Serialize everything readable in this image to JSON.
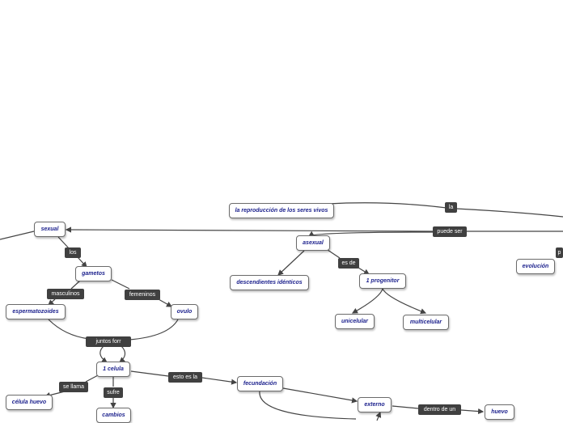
{
  "colors": {
    "node_text": "#1a1f8c",
    "node_border": "#6b6b6b",
    "label_bg": "#404040",
    "label_text": "#ffffff",
    "line": "#444444",
    "background": "#ffffff"
  },
  "nodes": {
    "root": "la reproducción de los seres vivos",
    "sexual": "sexual",
    "asexual": "asexual",
    "evolucion": "evolución",
    "gametos": "gametos",
    "espermatozoides": "espermatozoides",
    "ovulo": "ovulo",
    "una_celula": "1 celula",
    "celula_huevo": "célula huevo",
    "cambios": "cambios",
    "fecundacion": "fecundación",
    "externo": "externo",
    "huevo": "huevo",
    "descendientes": "descendientes idénticos",
    "progenitor": "1 progenitor",
    "unicelular": "unicelular",
    "multicelular": "multicelular"
  },
  "labels": {
    "la": "la",
    "puede_ser": "puede ser",
    "p_partial": "p",
    "los": "los",
    "masculinos": "masculinos",
    "femeninos": "femeninos",
    "juntos": "juntos forr",
    "se_llama": "se llama",
    "sufre": "sufre",
    "esto_es_la": "esto es la",
    "es_de": "es de",
    "dentro_de_un": "dentro de un"
  }
}
